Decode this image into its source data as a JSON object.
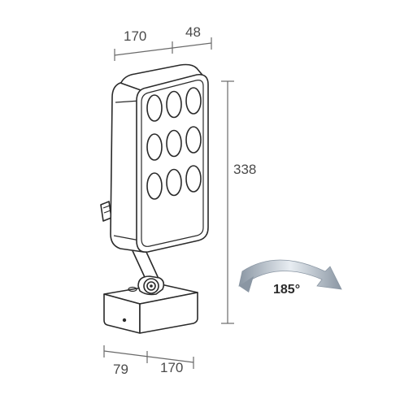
{
  "dimensions": {
    "top_width": "170",
    "top_depth": "48",
    "height": "338",
    "base_depth": "79",
    "base_width": "170"
  },
  "rotation": {
    "angle": "185°"
  },
  "lens_grid": {
    "rows": 3,
    "cols": 3
  },
  "colors": {
    "outline": "#2a2a2a",
    "dimension_line": "#6a6a6a",
    "arrow_gradient_light": "#e6ecf2",
    "arrow_gradient_dark": "#7f8c99"
  }
}
